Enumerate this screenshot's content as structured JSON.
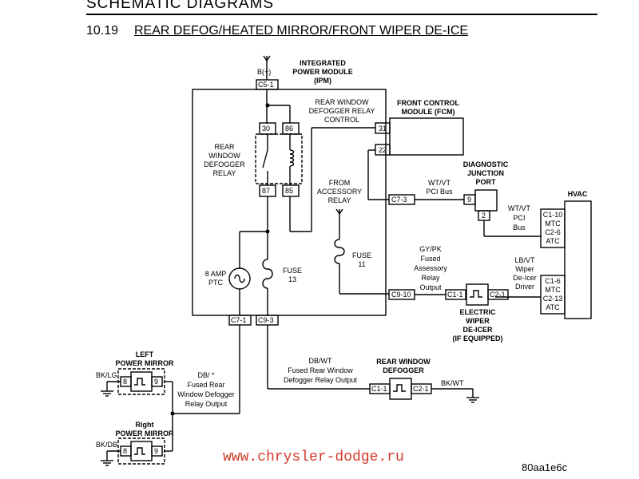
{
  "header": {
    "section_title": "SCHEMATIC DIAGRAMS",
    "subsection_number": "10.19",
    "subsection_title": "REAR DEFOG/HEATED MIRROR/FRONT WIPER DE-ICE"
  },
  "ipm": {
    "title_line1": "INTEGRATED",
    "title_line2": "POWER MODULE",
    "title_line3": "(IPM)",
    "battery_label": "B(+)",
    "conn_c5_1": "C5-1",
    "conn_c7_1": "C7-1",
    "conn_c9_3": "C9-3",
    "conn_c7_3": "C7-3",
    "conn_c9_10": "C9-10"
  },
  "relay": {
    "label_line1": "REAR",
    "label_line2": "WINDOW",
    "label_line3": "DEFOGGER",
    "label_line4": "RELAY",
    "pin_30": "30",
    "pin_86": "86",
    "pin_87": "87",
    "pin_85": "85",
    "control_line1": "REAR WINDOW",
    "control_line2": "DEFOGGER RELAY",
    "control_line3": "CONTROL"
  },
  "ptc": {
    "line1": "8 AMP",
    "line2": "PTC"
  },
  "fuse13": {
    "line1": "FUSE",
    "line2": "13"
  },
  "fuse11": {
    "line1": "FUSE",
    "line2": "11"
  },
  "accessory_relay": {
    "line1": "FROM",
    "line2": "ACCESSORY",
    "line3": "RELAY"
  },
  "fcm": {
    "line1": "FRONT CONTROL",
    "line2": "MODULE (FCM)",
    "pin_31": "31",
    "pin_22": "22"
  },
  "pci_bus": {
    "line1": "WT/VT",
    "line2": "PCI Bus"
  },
  "djp": {
    "line1": "DIAGNOSTIC",
    "line2": "JUNCTION",
    "line3": "PORT",
    "pin_9": "9",
    "pin_2": "2"
  },
  "pci_bus_hvac": {
    "line1": "WT/VT",
    "line2": "PCI",
    "line3": "Bus"
  },
  "hvac": {
    "title": "HVAC",
    "c1_10": "C1-10",
    "mtc_1": "MTC",
    "c2_6": "C2-6",
    "atc_1": "ATC",
    "c1_6": "C1-6",
    "mtc_2": "MTC",
    "c2_13": "C2-13",
    "atc_2": "ATC"
  },
  "deicer_driver": {
    "line1": "LB/VT",
    "line2": "Wiper",
    "line3": "De-Icer",
    "line4": "Driver"
  },
  "gypk_output": {
    "line1": "GY/PK",
    "line2": "Fused",
    "line3": "Assessory",
    "line4": "Relay",
    "line5": "Output"
  },
  "wiper_deicer": {
    "line1": "ELECTRIC",
    "line2": "WIPER",
    "line3": "DE-ICER",
    "line4": "(IF EQUIPPED)",
    "c1_1": "C1-1",
    "c2_1": "C2-1"
  },
  "rear_defogger": {
    "title_line1": "REAR WINDOW",
    "title_line2": "DEFOGGER",
    "c1_1": "C1-1",
    "c2_1": "C2-1",
    "ground_wire": "BK/WT"
  },
  "dbwt_output": {
    "line1": "DB/WT",
    "line2": "Fused Rear Window",
    "line3": "Defogger Relay Output"
  },
  "db_output": {
    "line1": "DB/ *",
    "line2": "Fused Rear",
    "line3": "Window Defogger",
    "line4": "Relay Output"
  },
  "left_mirror": {
    "line1": "LEFT",
    "line2": "POWER MIRROR",
    "ground_wire": "BK/LG",
    "pin_8": "8",
    "pin_9": "9"
  },
  "right_mirror": {
    "line1": "Right",
    "line2": "POWER MIRROR",
    "ground_wire": "BK/DB",
    "pin_8": "8",
    "pin_9": "9"
  },
  "watermark": "www.chrysler-dodge.ru",
  "figure_id": "80aa1e6c"
}
